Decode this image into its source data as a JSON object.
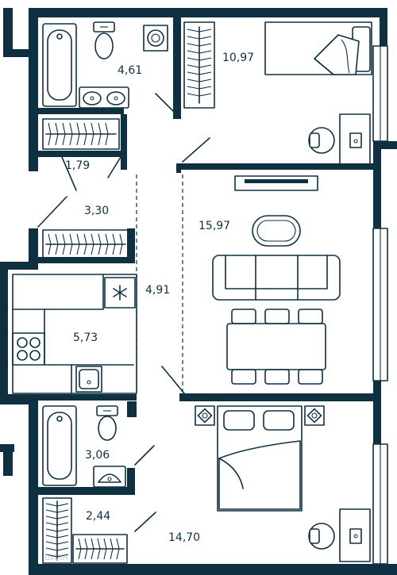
{
  "colors": {
    "wall": "#0f3040",
    "background": "#ffffff"
  },
  "rooms": [
    {
      "id": "bathroom-1",
      "area": "4,61"
    },
    {
      "id": "bedroom-1",
      "area": "10,97"
    },
    {
      "id": "wardrobe-1",
      "area": "1,79"
    },
    {
      "id": "hall",
      "area": "3,30"
    },
    {
      "id": "living-room",
      "area": "15,97"
    },
    {
      "id": "corridor",
      "area": "4,91"
    },
    {
      "id": "kitchen",
      "area": "5,73"
    },
    {
      "id": "bathroom-2",
      "area": "3,06"
    },
    {
      "id": "wardrobe-2",
      "area": "2,44"
    },
    {
      "id": "bedroom-2",
      "area": "14,70"
    }
  ],
  "watermark": "ЦИАН"
}
